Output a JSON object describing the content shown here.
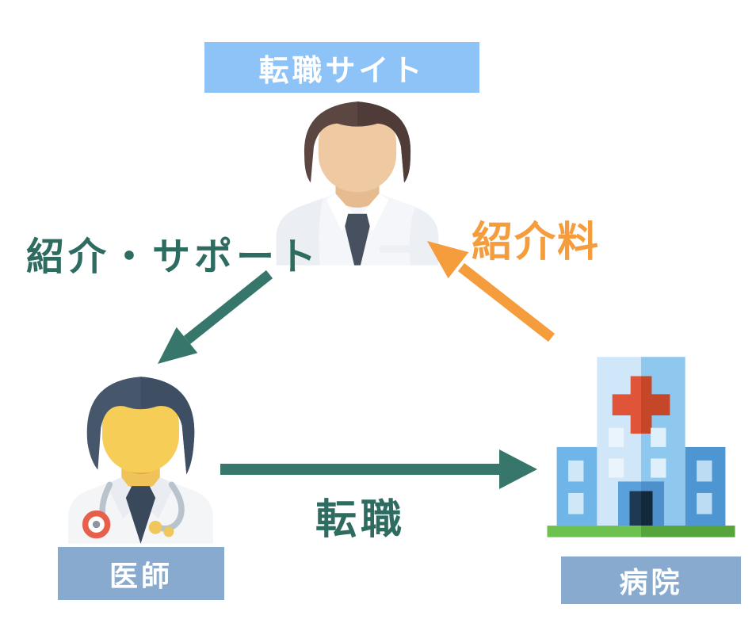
{
  "diagram": {
    "nodes": {
      "site": {
        "label": "転職サイト",
        "icon": "businessman-icon"
      },
      "doctor": {
        "label": "医師",
        "icon": "doctor-icon"
      },
      "hospital": {
        "label": "病院",
        "icon": "hospital-icon"
      }
    },
    "edges": {
      "support": {
        "label": "紹介・サポート",
        "from": "site",
        "to": "doctor",
        "color": "#37766B"
      },
      "fee": {
        "label": "紹介料",
        "from": "hospital",
        "to": "site",
        "color": "#F59C3C"
      },
      "job": {
        "label": "転職",
        "from": "doctor",
        "to": "hospital",
        "color": "#37766B"
      }
    },
    "colors": {
      "background": "#FFFFFF",
      "top_box_bg": "#8EC3F7",
      "bottom_box_bg": "#87AACE",
      "box_text": "#FFFFFF",
      "teal_text": "#2E6C61",
      "teal_arrow": "#37766B",
      "orange": "#F59C3C"
    }
  }
}
